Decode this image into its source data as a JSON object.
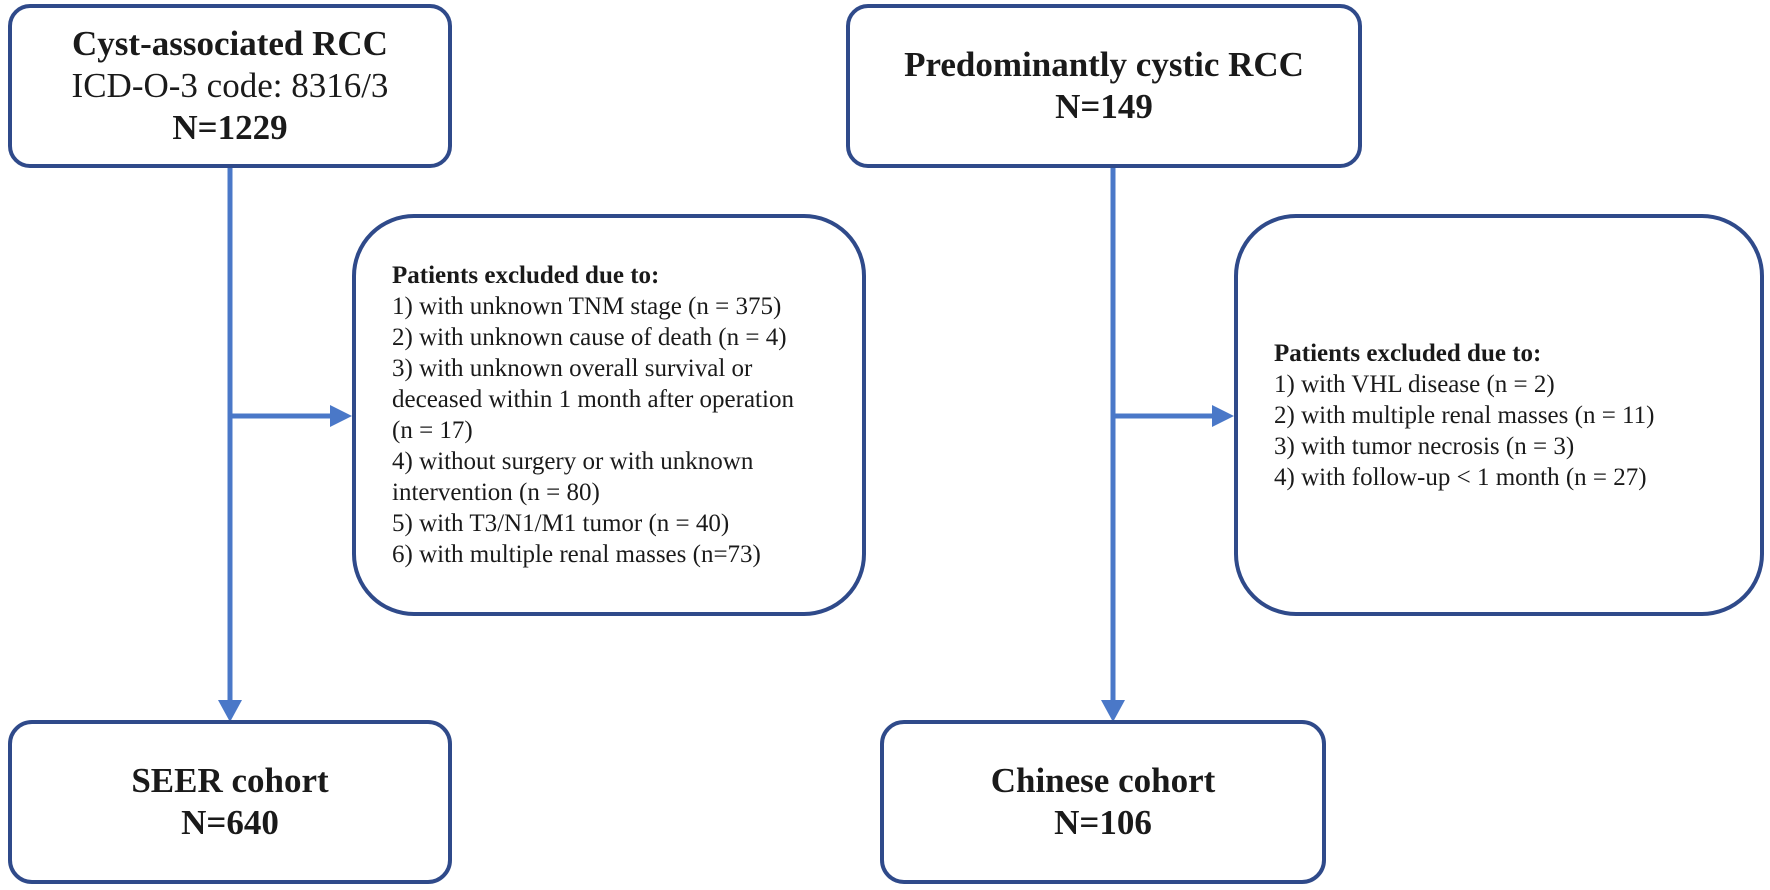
{
  "left": {
    "top_box": {
      "title": "Cyst-associated RCC",
      "code": "ICD-O-3 code: 8316/3",
      "count": "N=1229"
    },
    "exclusion": {
      "heading": "Patients excluded due to:",
      "lines": [
        "1) with unknown TNM stage (n = 375)",
        "2) with unknown cause of death (n = 4)",
        "3) with unknown overall survival or",
        "deceased within 1 month after operation",
        "(n = 17)",
        "4) without surgery or with unknown",
        "intervention (n = 80)",
        "5) with T3/N1/M1 tumor (n = 40)",
        "6) with multiple renal masses (n=73)"
      ]
    },
    "bottom_box": {
      "title": "SEER cohort",
      "count": "N=640"
    }
  },
  "right": {
    "top_box": {
      "title": "Predominantly cystic RCC",
      "count": "N=149"
    },
    "exclusion": {
      "heading": "Patients excluded due to:",
      "lines": [
        "1) with VHL disease (n = 2)",
        "2) with multiple renal masses (n = 11)",
        "3) with tumor necrosis (n = 3)",
        "4) with follow-up < 1 month (n = 27)"
      ]
    },
    "bottom_box": {
      "title": "Chinese cohort",
      "count": "N=106"
    }
  },
  "colors": {
    "box_border": "#2f4a8a",
    "arrow": "#4a78c8"
  }
}
